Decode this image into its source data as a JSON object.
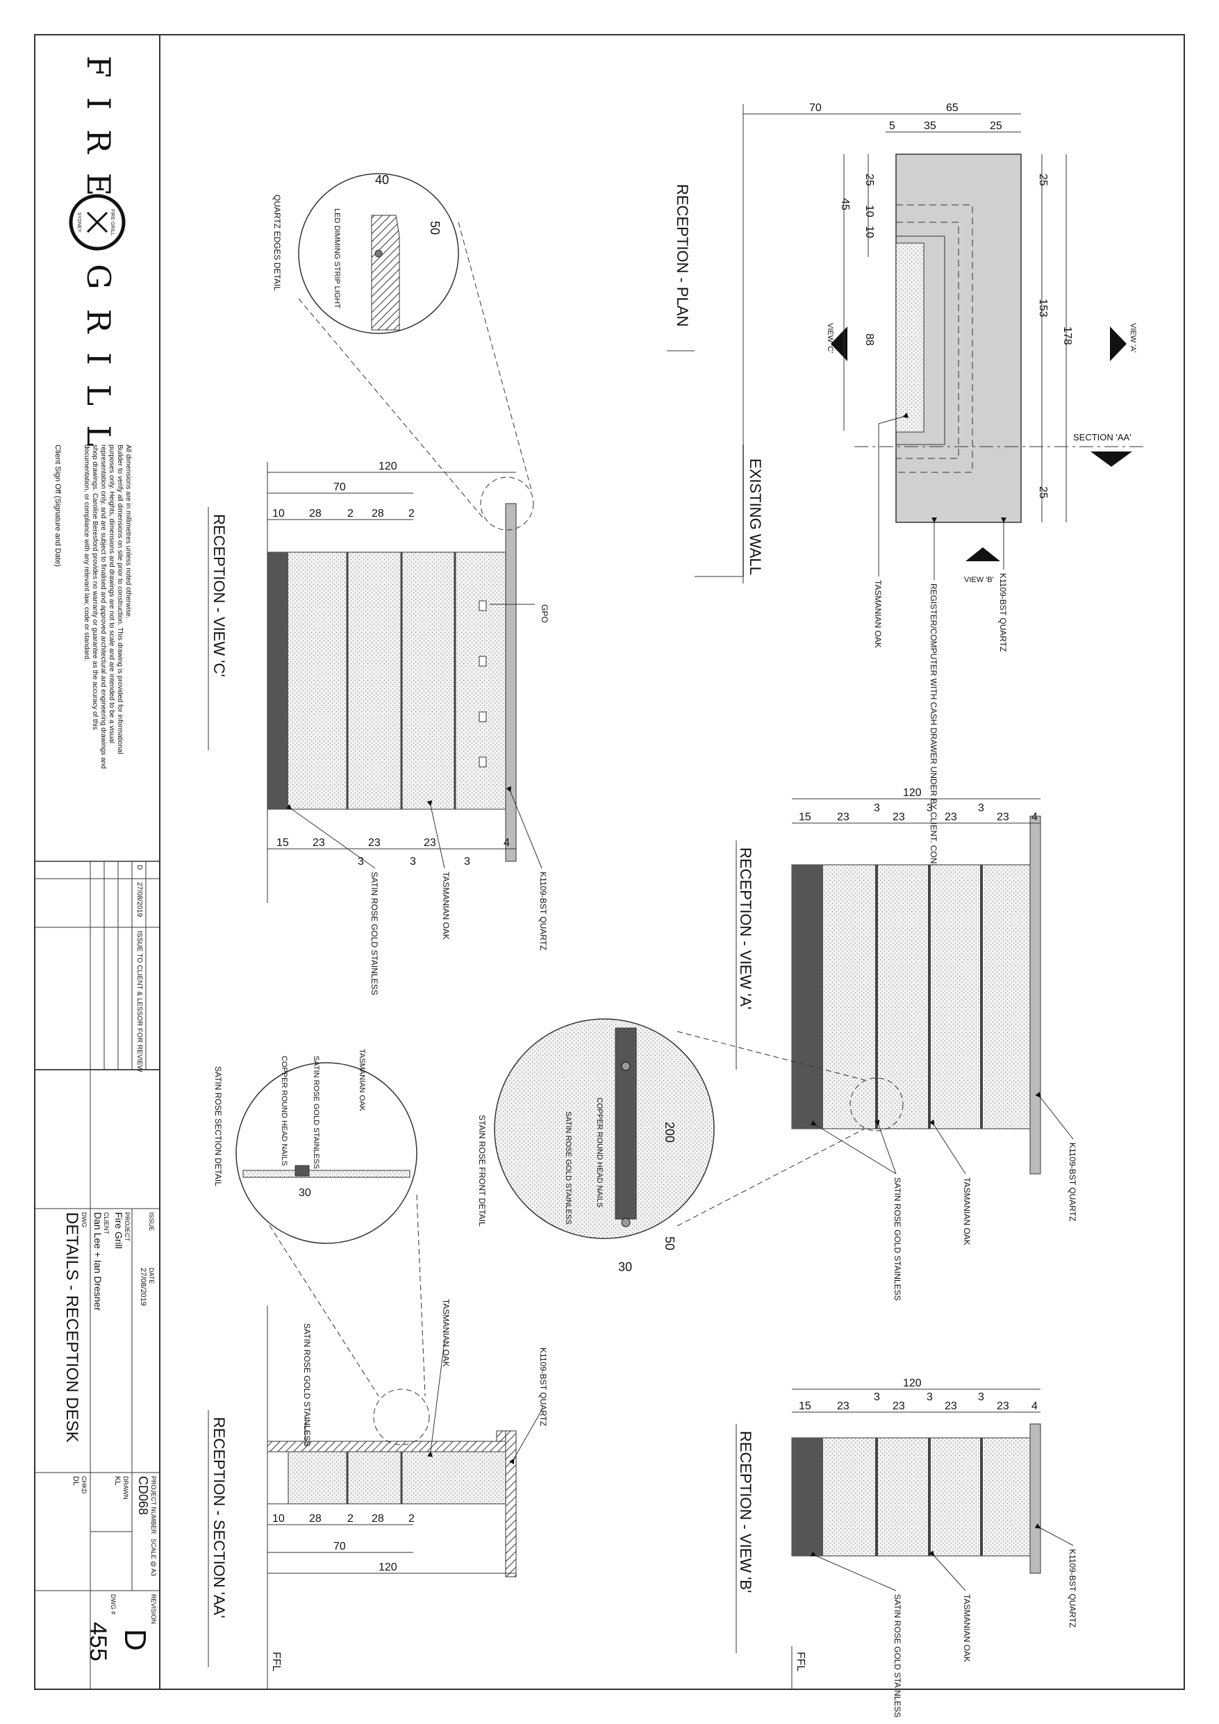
{
  "brand": {
    "word1": "FIRE",
    "word2": "GRILL",
    "badge_top": "FIRE GRILL",
    "badge_bottom": "SYDNEY"
  },
  "notes": {
    "lines": [
      "All dimensions are in millimetres unless noted otherwise.",
      "Builder to verify all dimensions on site prior to construction. This drawing is provided for informational",
      "purposes only. Heights, dimensions and drawings are not to scale and are intended to be a visual",
      "representation only, and are subject to finalised and approved architectural and engineering drawings and",
      "shop drawings. Caroline Beresford provides no warranty or guarantee as the accuracy of this",
      "documentation, or compliance with any relevant law, code or standard."
    ],
    "signoff": "Client Sign Off (Signature and Date)"
  },
  "revisions": [
    {
      "rev": "D",
      "date": "27/08/2019",
      "desc": "ISSUE TO CLIENT & LESSOR FOR REVIEW"
    }
  ],
  "titleblock": {
    "issue_label": "ISSUE",
    "date_label": "DATE",
    "date": "27/08/2019",
    "project_label": "PROJECT",
    "project": "Fire Grill",
    "client_label": "CLIENT",
    "client": "Dan Lee + Ian Dresner",
    "dwg_label": "DWG",
    "dwg_title": "DETAILS - RECEPTION DESK",
    "project_number_label": "PROJECT NUMBER",
    "project_number": "CD068",
    "scale_label": "SCALE @ A3",
    "drawn_label": "DRAWN",
    "drawn": "KL",
    "chkd_label": "CHKD",
    "chkd": "DL",
    "revision_label": "REVISION",
    "revision": "D",
    "dwg_no_label": "DWG #",
    "dwg_no": "455"
  },
  "views": {
    "plan": {
      "title": "RECEPTION - PLAN",
      "wall": "EXISTING WALL",
      "view_a": "VIEW 'A'",
      "view_b": "VIEW 'B'",
      "view_c": "VIEW 'C'",
      "section": "SECTION 'AA'",
      "quartz": "K1109-BST QUARTZ",
      "register": "REGISTER/COMPUTER WITH CASH DRAWER UNDER BY CLIENT. CONFIRM SIZES & REQUIREMENTS WITH CLIENT",
      "oak": "TASMANIAN OAK",
      "dims": {
        "d70": "70",
        "d65": "65",
        "d5": "5",
        "d35": "35",
        "d25": "25",
        "d45": "45",
        "d10": "10",
        "d88": "88",
        "d153": "153",
        "d178": "178"
      }
    },
    "view_c": {
      "title": "RECEPTION - VIEW 'C'",
      "gpo": "GPO",
      "quartz": "K1109-BST QUARTZ",
      "oak": "TASMANIAN OAK",
      "satin": "SATIN ROSE GOLD STAINLESS",
      "edge_title": "QUARTZ EDGES DETAIL",
      "led": "LED DIMMING STRIP LIGHT",
      "dims": {
        "d120": "120",
        "d70": "70",
        "d10": "10",
        "d28": "28",
        "d2": "2",
        "d15": "15",
        "d23": "23",
        "d3": "3",
        "d4": "4",
        "d40": "40",
        "d50": "50"
      }
    },
    "view_a": {
      "title": "RECEPTION - VIEW 'A'",
      "quartz": "K1109-BST QUARTZ",
      "oak": "TASMANIAN OAK",
      "satin": "SATIN ROSE GOLD STAINLESS",
      "detail_title": "STAIN ROSE FRONT DETAIL",
      "copper": "COPPER ROUND HEAD NAILS",
      "dims": {
        "d120": "120",
        "d15": "15",
        "d23": "23",
        "d3": "3",
        "d4": "4",
        "d200": "200",
        "d50": "50",
        "d30": "30"
      }
    },
    "view_b": {
      "title": "RECEPTION - VIEW 'B'",
      "quartz": "K1109-BST QUARTZ",
      "oak": "TASMANIAN OAK",
      "satin": "SATIN ROSE GOLD STAINLESS",
      "ffl": "FFL",
      "dims": {
        "d120": "120",
        "d15": "15",
        "d23": "23",
        "d3": "3",
        "d4": "4"
      }
    },
    "section": {
      "title": "RECEPTION - SECTION 'AA'",
      "quartz": "K1109-BST QUARTZ",
      "oak": "TASMANIAN OAK",
      "satin": "SATIN ROSE GOLD STAINLESS",
      "detail_title": "SATIN ROSE SECTION DETAIL",
      "copper": "COPPER ROUND HEAD NAILS",
      "ffl": "FFL",
      "dims": {
        "d120": "120",
        "d70": "70",
        "d10": "10",
        "d28": "28",
        "d2": "2",
        "d30": "30"
      }
    }
  }
}
